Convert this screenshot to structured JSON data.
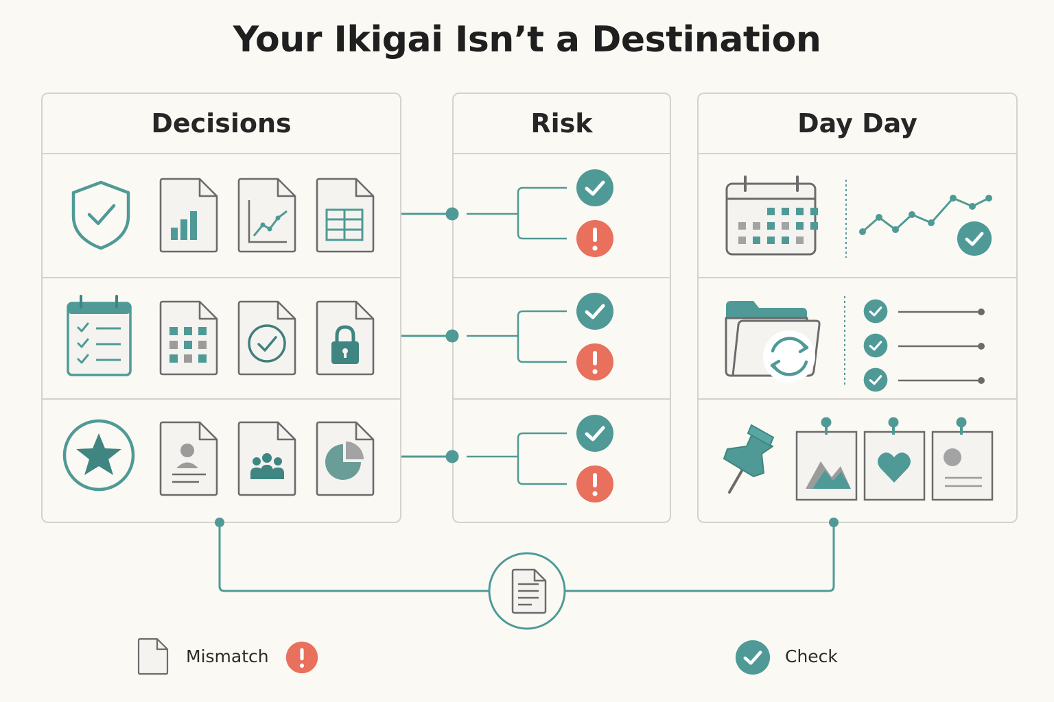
{
  "title": "Your Ikigai Isn’t a Destination",
  "colors": {
    "teal": "#4f9a96",
    "teal_dark": "#3f8581",
    "coral": "#e8705d",
    "gray_stroke": "#6b6b6b",
    "border": "#d4d2cc",
    "background": "#fbf9f3"
  },
  "panels": {
    "decisions": {
      "header": "Decisions",
      "rows": [
        [
          "shield-check-icon",
          "bar-chart-doc-icon",
          "line-chart-doc-icon",
          "table-doc-icon"
        ],
        [
          "checklist-calendar-icon",
          "grid-doc-icon",
          "check-doc-icon",
          "lock-doc-icon"
        ],
        [
          "star-badge-icon",
          "profile-doc-icon",
          "team-doc-icon",
          "pie-chart-doc-icon"
        ]
      ]
    },
    "risk": {
      "header": "Risk",
      "rows": [
        [
          "check-circle-icon",
          "alert-circle-icon"
        ],
        [
          "check-circle-icon",
          "alert-circle-icon"
        ],
        [
          "check-circle-icon",
          "alert-circle-icon"
        ]
      ]
    },
    "dayday": {
      "header": "Day Day",
      "rows": [
        [
          "calendar-icon",
          "trend-line-icon",
          "check-circle-icon"
        ],
        [
          "folder-sync-icon",
          "checklist-slider-icon"
        ],
        [
          "pushpin-icon",
          "landscape-photo-icon",
          "heart-photo-icon",
          "profile-photo-icon"
        ]
      ]
    }
  },
  "hub": {
    "icon": "document-icon"
  },
  "legend": {
    "mismatch_label": "Mismatch",
    "mismatch_icon": "blank-doc-icon",
    "alert_icon": "alert-circle-icon",
    "check_label": "Check",
    "check_icon": "check-circle-icon"
  }
}
